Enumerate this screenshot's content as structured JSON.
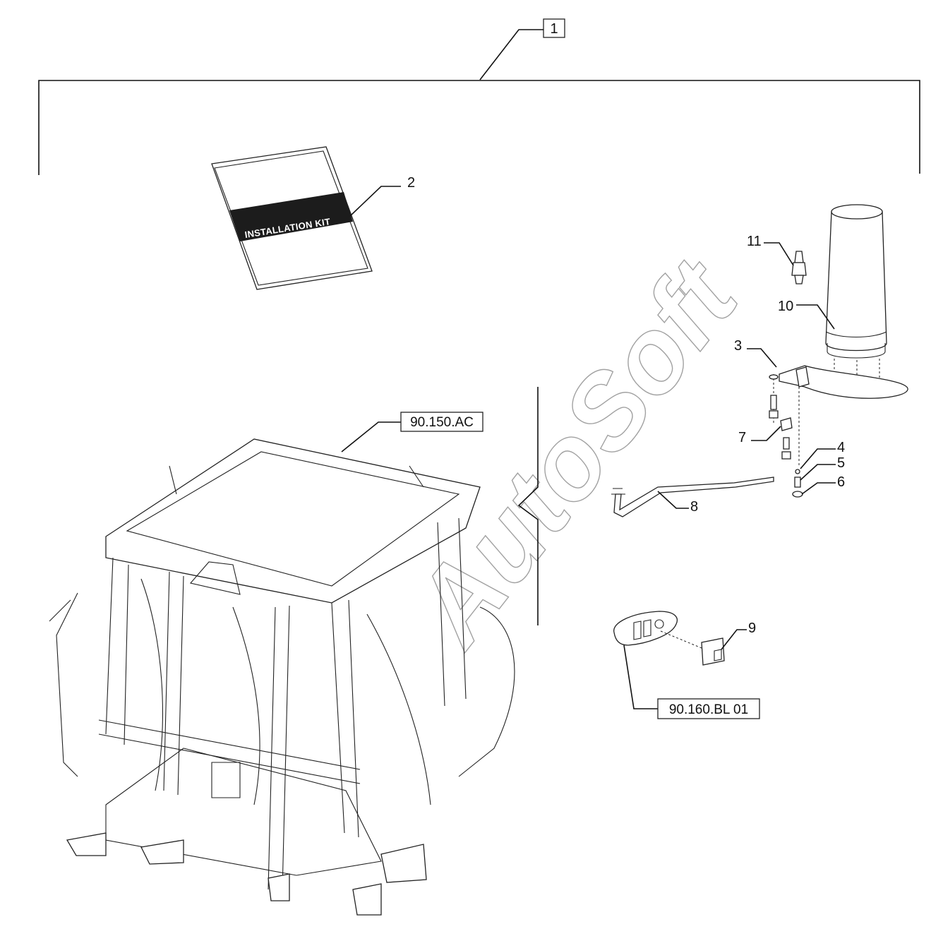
{
  "diagram": {
    "callouts": [
      {
        "id": "c1",
        "text": "1"
      },
      {
        "id": "c2",
        "text": "2"
      },
      {
        "id": "c3",
        "text": "3"
      },
      {
        "id": "c4",
        "text": "4"
      },
      {
        "id": "c5",
        "text": "5"
      },
      {
        "id": "c6",
        "text": "6"
      },
      {
        "id": "c7",
        "text": "7"
      },
      {
        "id": "c8",
        "text": "8"
      },
      {
        "id": "c9",
        "text": "9"
      },
      {
        "id": "c10",
        "text": "10"
      },
      {
        "id": "c11",
        "text": "11"
      }
    ],
    "references": [
      {
        "id": "ref_cab",
        "text": "90.150.AC"
      },
      {
        "id": "ref_switch",
        "text": "90.160.BL 01"
      }
    ],
    "kit_label": "INSTALLATION KIT",
    "watermark": "AutoSoft"
  }
}
